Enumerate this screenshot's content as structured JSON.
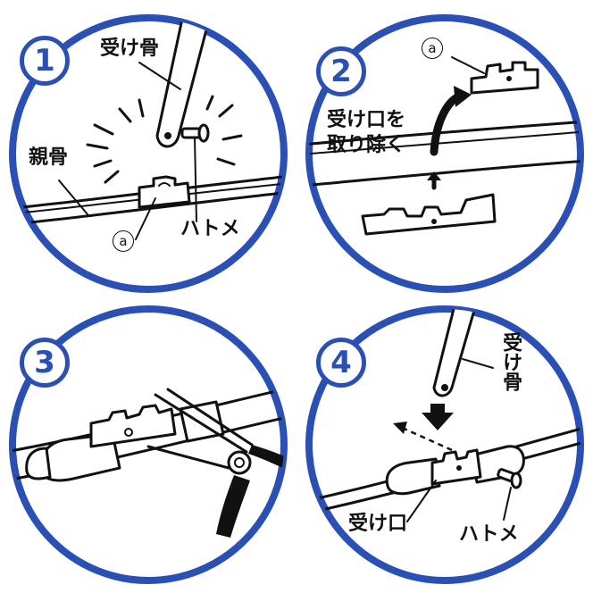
{
  "colors": {
    "ring": "#2a4fb5",
    "ink": "#111111",
    "background": "#ffffff"
  },
  "steps": [
    {
      "number": "1",
      "labels": {
        "uke_hone": "受け骨",
        "oya_hone": "親骨",
        "hatome": "ハトメ",
        "marker": "a"
      }
    },
    {
      "number": "2",
      "labels": {
        "instruction_line1": "受け口を",
        "instruction_line2": "取り除く",
        "marker": "a"
      }
    },
    {
      "number": "3",
      "labels": {}
    },
    {
      "number": "4",
      "labels": {
        "uke_hone": "受け骨",
        "ukeguchi": "受け口",
        "hatome": "ハトメ"
      }
    }
  ]
}
